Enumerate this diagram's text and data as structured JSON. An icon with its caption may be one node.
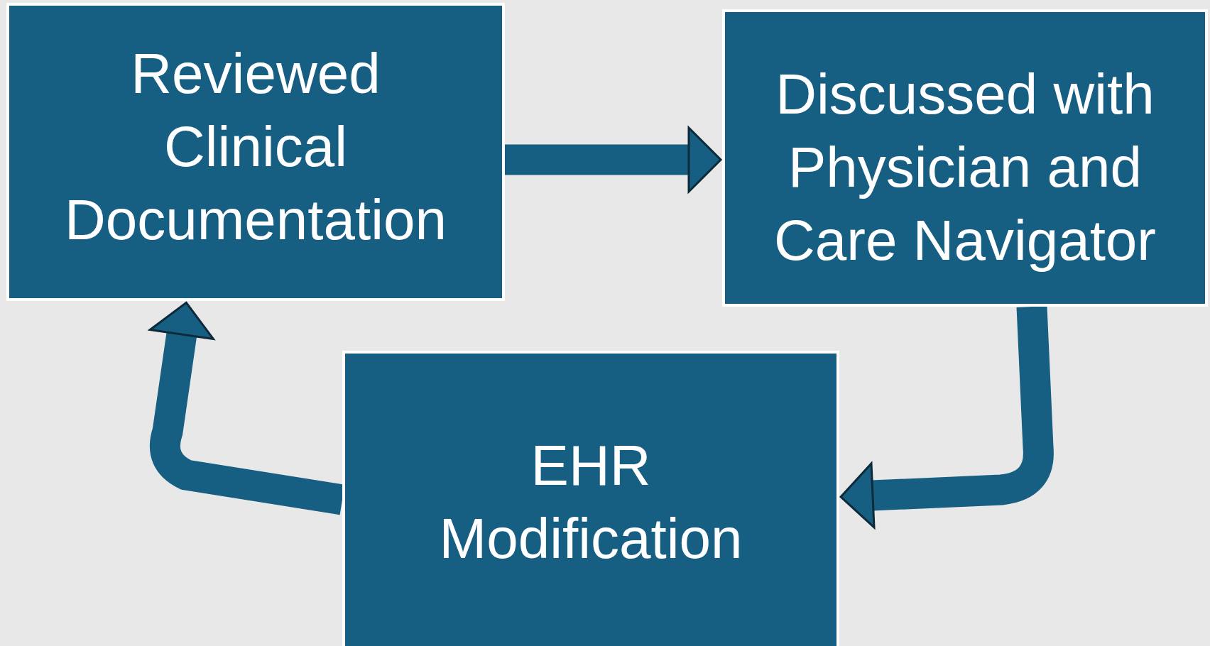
{
  "diagram": {
    "nodes": [
      {
        "text": [
          "Reviewed Clinical Documentation"
        ]
      },
      {
        "text": [
          "Discussed with Physician and Care Navigator"
        ]
      },
      {
        "text": [
          "EHR Modification"
        ]
      }
    ],
    "edges": [
      {
        "from": 0,
        "to": 1,
        "arrow": "to"
      },
      {
        "from": 1,
        "to": 2,
        "arrow": "to"
      },
      {
        "from": 2,
        "to": 0,
        "arrow": "to"
      }
    ]
  }
}
